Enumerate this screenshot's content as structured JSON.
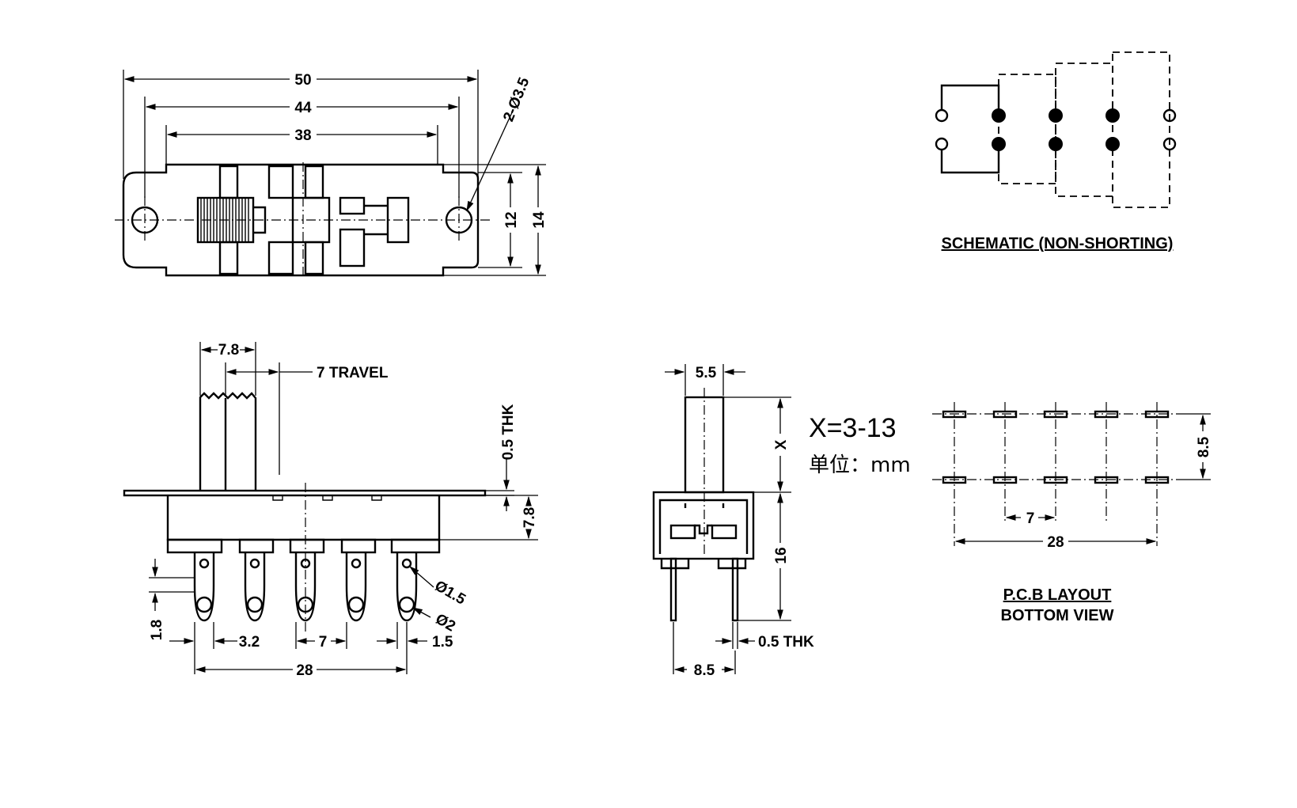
{
  "top_view": {
    "dim_50": "50",
    "dim_44": "44",
    "dim_38": "38",
    "dim_holes": "2-Ø3.5",
    "dim_12": "12",
    "dim_14": "14"
  },
  "schematic": {
    "caption": "SCHEMATIC (NON-SHORTING)"
  },
  "front_view": {
    "dim_knob": "7.8",
    "dim_travel": "7 TRAVEL",
    "dim_plate_thk": "0.5 THK",
    "dim_body_h": "7.8",
    "dim_pin_hole_small": "Ø1.5",
    "dim_pin_hole_big": "Ø2",
    "dim_pin_len": "1.8",
    "dim_pin_first": "3.2",
    "dim_pin_pitch": "7",
    "dim_pin_w": "1.5",
    "dim_pin_span": "28"
  },
  "side_view": {
    "dim_knob_w": "5.5",
    "dim_x": "X",
    "dim_16": "16",
    "dim_pin_thk": "0.5 THK",
    "dim_pin_spacing": "8.5",
    "x_range": "X=3-13",
    "unit": "单位：mm"
  },
  "pcb_layout": {
    "dim_row": "8.5",
    "dim_pitch": "7",
    "dim_span": "28",
    "caption_line1": "P.C.B LAYOUT",
    "caption_line2": "BOTTOM VIEW"
  }
}
